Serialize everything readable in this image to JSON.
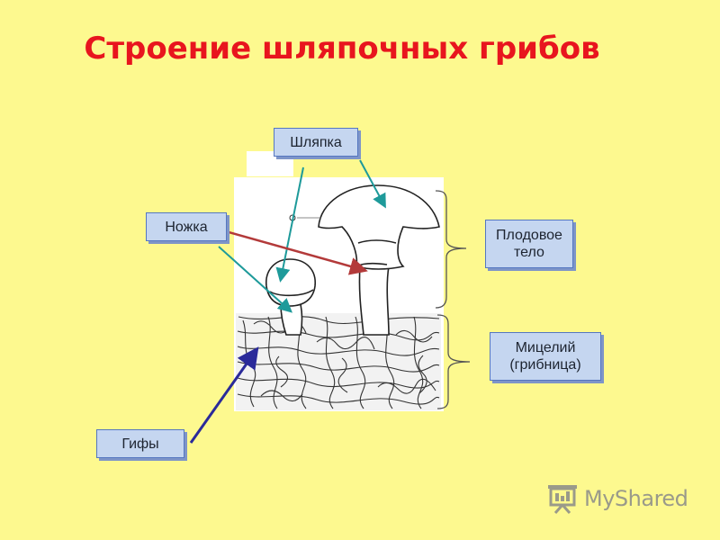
{
  "title": "Строение шляпочных грибов",
  "labels": {
    "cap": "Шляпка",
    "stem": "Ножка",
    "fruiting_body": "Плодовое\nтело",
    "mycelium": "Мицелий\n(грибница)",
    "hyphae": "Гифы"
  },
  "logo": {
    "text": "MyShared",
    "icon": "presentation-board-icon"
  },
  "colors": {
    "title": "#E8151E",
    "label_fill": "#C5D6F0",
    "arrow_teal": "#1E9A9A",
    "arrow_red": "#B33A3A",
    "arrow_blue": "#2A2A9A"
  }
}
